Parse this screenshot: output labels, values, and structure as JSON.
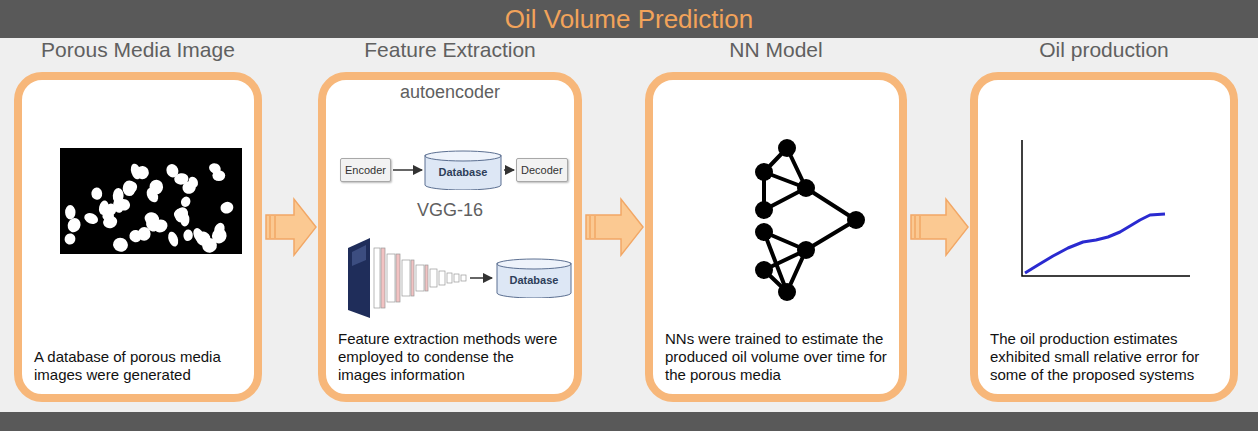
{
  "diagram": {
    "title": "Oil Volume Prediction",
    "nodes": [
      {
        "text": [
          "Porous Media Image",
          "A database of porous media images were generated"
        ]
      },
      {
        "text": [
          "Feature Extraction",
          "autoencoder",
          "VGG-16",
          "Feature extraction methods were employed to condense the images information"
        ]
      },
      {
        "text": [
          "Encoder"
        ],
        "in": 1
      },
      {
        "text": [
          "Database"
        ],
        "in": 1
      },
      {
        "text": [
          "Decoder"
        ],
        "in": 1
      },
      {
        "text": [
          "Database"
        ],
        "in": 1
      },
      {
        "text": [
          "NN Model",
          "NNs were trained to estimate the produced oil volume over time for the porous media"
        ]
      },
      {
        "text": [
          "Oil production",
          "The oil production estimates exhibited small relative error for some of the proposed systems"
        ]
      }
    ],
    "edges": [
      {
        "from": 0,
        "to": 1,
        "arrow": "to"
      },
      {
        "from": 1,
        "to": 6,
        "arrow": "to"
      },
      {
        "from": 6,
        "to": 7,
        "arrow": "to"
      },
      {
        "from": 2,
        "to": 3,
        "arrow": "to"
      },
      {
        "from": 3,
        "to": 4,
        "arrow": "to"
      }
    ]
  }
}
